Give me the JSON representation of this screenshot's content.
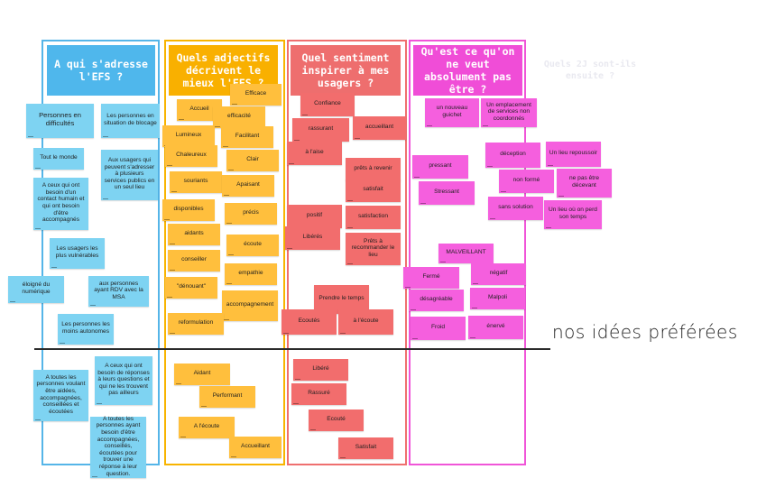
{
  "colors": {
    "blue": "#7ed3f2",
    "blue_header": "#4fb7ec",
    "orange": "#ffbf3d",
    "orange_header": "#f9b000",
    "red": "#f26d6d",
    "red_header": "#ee6e6e",
    "pink": "#f55fde",
    "pink_header": "#f04dd7"
  },
  "columns": [
    {
      "id": "col1",
      "title": "A qui s'adresse l'EFS ?",
      "color": "blue",
      "notes": [
        "Personnes en difficultés",
        "Les personnes en situation de blocage",
        "Tout le monde",
        "Aux usagers qui peuvent s'adresser à plusieurs services publics en un seul lieu",
        "A ceux qui ont besoin d'un contact humain et qui ont besoin d'être accompagnés",
        "Les usagers les plus vulnérables",
        "éloigné du numérique",
        "aux personnes ayant RDV avec la MSA",
        "Les personnes les moins autonomes",
        "A ceux qui ont besoin de réponses à leurs questions et qui ne les trouvent pas ailleurs",
        "A toutes les personnes voulant être aidées, accompagnées, conseillées et écoutées",
        "A toutes les personnes ayant besoin d'être accompagnées, conseillés, écoutées pour trouver une réponse à leur question."
      ]
    },
    {
      "id": "col2",
      "title": "Quels adjectifs décrivent le mieux l'EFS ?",
      "color": "orange",
      "notes": [
        "Efficace",
        "Accueil",
        "efficacité",
        "Lumineux",
        "Facilitant",
        "Chaleureux",
        "Clair",
        "souriants",
        "Apaisant",
        "disponibles",
        "précis",
        "aidants",
        "écoute",
        "conseiller",
        "empathie",
        "\"dénouant\"",
        "accompagnement",
        "reformulation",
        "Aidant",
        "Performant",
        "A l'écoute",
        "Accueillant"
      ]
    },
    {
      "id": "col3",
      "title": "Quel sentiment inspirer à mes usagers ?",
      "color": "red",
      "notes": [
        "Confiance",
        "rassurant",
        "accueillant",
        "à l'aise",
        "prêts à revenir",
        "satisfait",
        "positif",
        "satisfaction",
        "Libérés",
        "Prêts à recommander le lieu",
        "Prendre le temps",
        "Ecoutés",
        "à l'écoute",
        "Libéré",
        "Rassuré",
        "Ecouté",
        "Satisfait"
      ]
    },
    {
      "id": "col4",
      "title": "Qu'est ce qu'on ne veut absolument pas être ?",
      "color": "pink",
      "notes": [
        "un nouveau guichet",
        "Un emplacement de services non coordonnés",
        "déception",
        "Un lieu repoussoir",
        "pressant",
        "non formé",
        "ne pas être décevant",
        "Stressant",
        "sans solution",
        "Un lieu où on perd son temps",
        "MALVEILLANT",
        "Fermé",
        "négatif",
        "désagréable",
        "Malpoli",
        "Froid",
        "énervé"
      ]
    }
  ],
  "ghost_title": "Quels 2J sont-ils ensuite ?",
  "annotation": "nos idées préférées"
}
